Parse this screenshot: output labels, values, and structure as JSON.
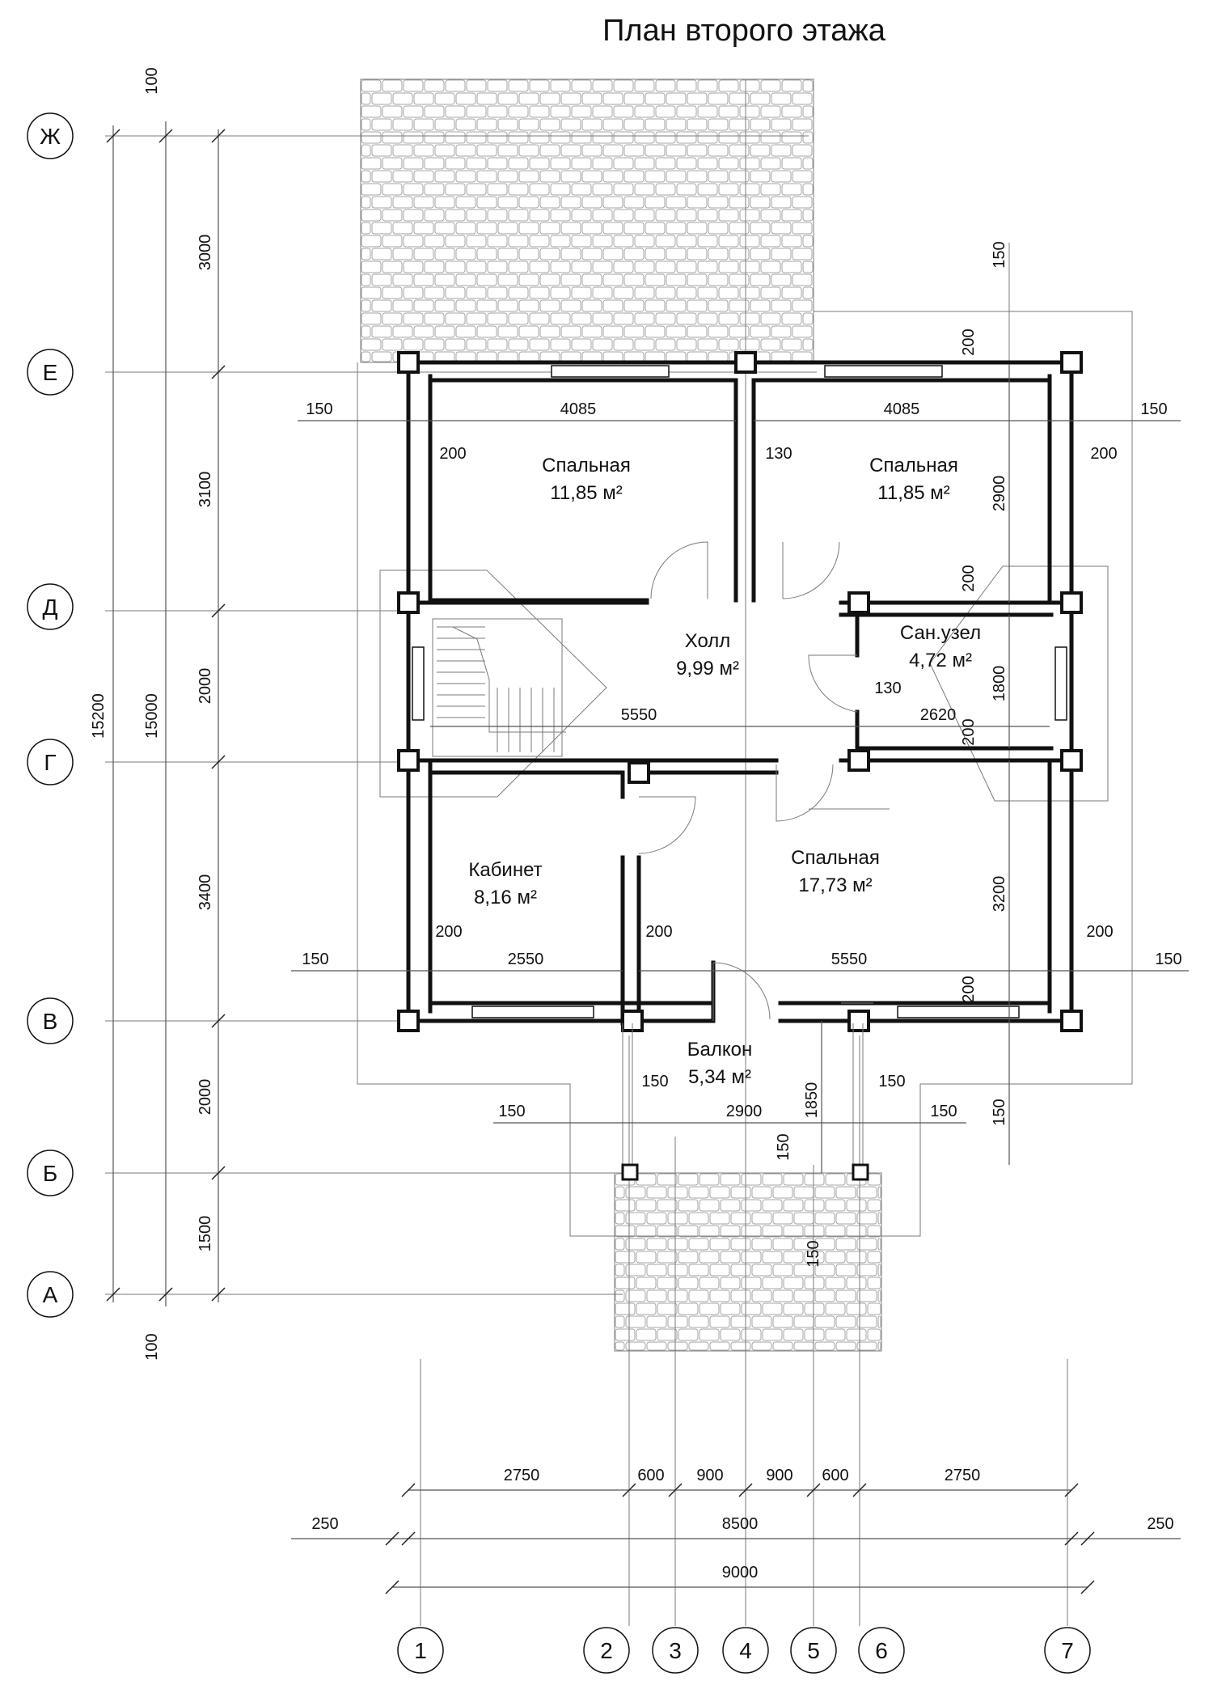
{
  "title": "План второго этажа",
  "rooms": [
    {
      "name": "Спальная",
      "area": "11,85 м²"
    },
    {
      "name": "Спальная",
      "area": "11,85 м²"
    },
    {
      "name": "Холл",
      "area": "9,99 м²"
    },
    {
      "name": "Сан.узел",
      "area": "4,72 м²"
    },
    {
      "name": "Кабинет",
      "area": "8,16 м²"
    },
    {
      "name": "Спальная",
      "area": "17,73 м²"
    },
    {
      "name": "Балкон",
      "area": "5,34 м²"
    }
  ],
  "axes": {
    "letters": [
      "Ж",
      "Е",
      "Д",
      "Г",
      "В",
      "Б",
      "А"
    ],
    "numbers": [
      "1",
      "2",
      "3",
      "4",
      "5",
      "6",
      "7"
    ]
  },
  "left_dims": {
    "overall_outer": "15200",
    "overall_inner": "15000",
    "segments": [
      "100",
      "3000",
      "3100",
      "2000",
      "3400",
      "2000",
      "1500",
      "100"
    ]
  },
  "bottom_dims": {
    "segments": [
      "2750",
      "600",
      "900",
      "900",
      "600",
      "2750"
    ],
    "middle": [
      "250",
      "8500",
      "250"
    ],
    "overall": "9000"
  },
  "plan_dims": {
    "top_left_width": "4085",
    "top_right_width": "4085",
    "left_ext_upper": "150",
    "right_ext_upper": "150",
    "wall_200_top": "200",
    "wall_200_left_upper": "200",
    "wall_130_middle": "130",
    "wall_200_right_upper": "200",
    "bedroom_right_height": "2900",
    "offset_150_top": "150",
    "wall_200_d_right": "200",
    "hall_width": "5550",
    "bath_130": "130",
    "bath_width": "2620",
    "bath_height": "1800",
    "wall_200_g_right": "200",
    "left_ext_lower": "150",
    "right_ext_lower": "150",
    "wall_200_left_lower": "200",
    "study_width": "2550",
    "wall_200_partition": "200",
    "bedroom_lower_width": "5550",
    "bedroom_lower_height": "3200",
    "wall_200_right_lower": "200",
    "wall_200_v_right": "200",
    "balcony_150_left": "150",
    "balcony_150_right": "150",
    "balcony_width": "2900",
    "balcony_depth": "1850",
    "balcony_150_center": "150",
    "balcony_ext_left": "150",
    "balcony_ext_right": "150",
    "right_150_lower": "150",
    "stair_150": "150"
  }
}
